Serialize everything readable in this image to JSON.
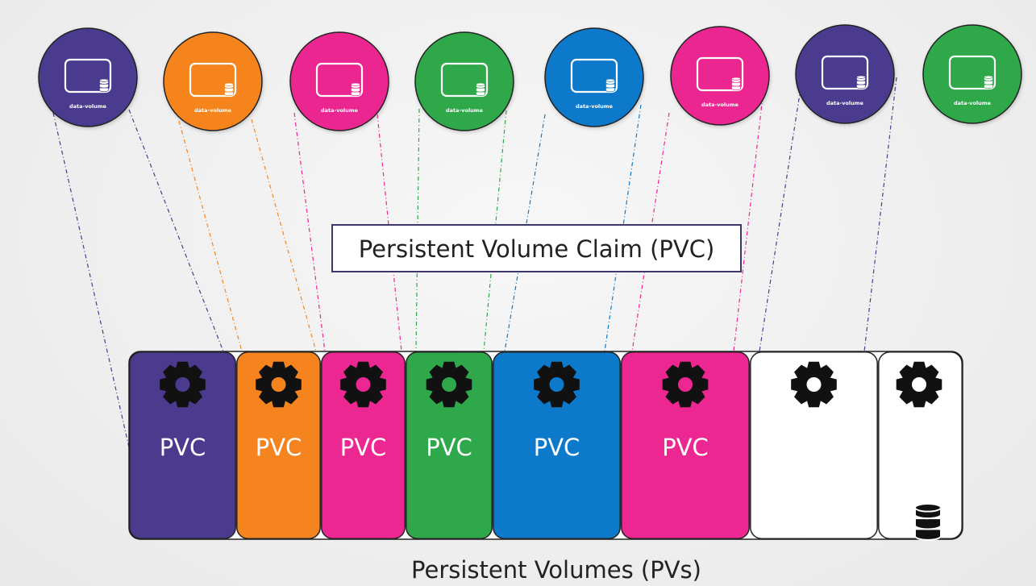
{
  "claim_box": {
    "label": "Persistent Volume Claim (PVC)"
  },
  "caption": {
    "label": "Persistent Volumes (PVs)"
  },
  "colors": {
    "purple": "#4b3a8e",
    "orange": "#f5841f",
    "pink": "#ec2791",
    "green": "#2ea84a",
    "blue": "#0d79cb",
    "white": "#ffffff"
  },
  "pods": [
    {
      "color": "#4b3a8e",
      "label": "data-volume"
    },
    {
      "color": "#f5841f",
      "label": "data-volume"
    },
    {
      "color": "#ec2791",
      "label": "data-volume"
    },
    {
      "color": "#2ea84a",
      "label": "data-volume"
    },
    {
      "color": "#0d79cb",
      "label": "data-volume"
    },
    {
      "color": "#ec2791",
      "label": "data-volume"
    },
    {
      "color": "#4b3a8e",
      "label": "data-volume"
    },
    {
      "color": "#2ea84a",
      "label": "data-volume"
    }
  ],
  "volumes": [
    {
      "color": "#4b3a8e",
      "label": "PVC",
      "icon": "gear-icon"
    },
    {
      "color": "#f5841f",
      "label": "PVC",
      "icon": "gear-icon"
    },
    {
      "color": "#ec2791",
      "label": "PVC",
      "icon": "gear-icon"
    },
    {
      "color": "#2ea84a",
      "label": "PVC",
      "icon": "gear-icon"
    },
    {
      "color": "#0d79cb",
      "label": "PVC",
      "icon": "gear-icon"
    },
    {
      "color": "#ec2791",
      "label": "PVC",
      "icon": "gear-icon"
    },
    {
      "color": "#ffffff",
      "label": "",
      "icon": "gear-icon"
    },
    {
      "color": "#ffffff",
      "label": "",
      "icon": "gear-icon",
      "extra_icon": "database-icon"
    }
  ]
}
